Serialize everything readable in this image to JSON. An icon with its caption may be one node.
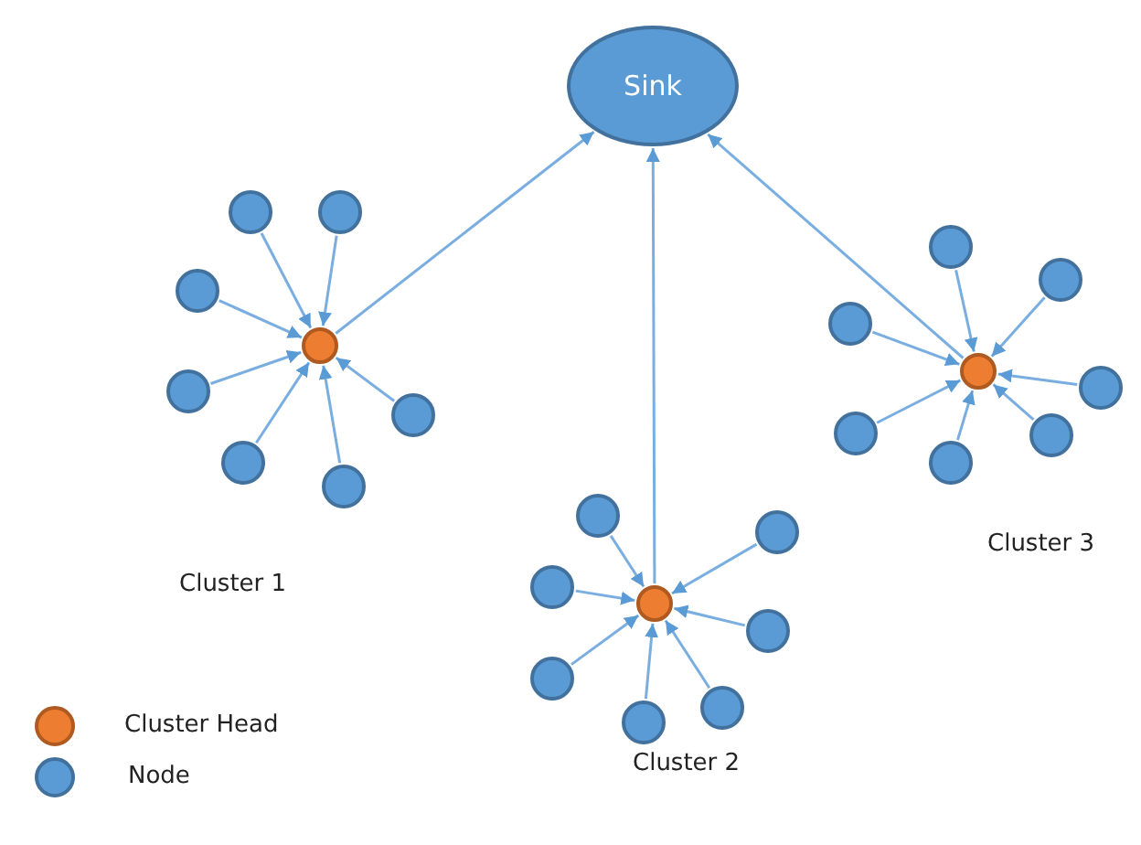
{
  "diagram": {
    "nodes": [
      {
        "text": [
          "Sink"
        ]
      },
      {
        "text": [],
        "shape": "circle"
      },
      {
        "text": [],
        "shape": "circle"
      },
      {
        "text": [],
        "shape": "circle"
      },
      {
        "text": [],
        "shape": "circle"
      },
      {
        "text": [],
        "shape": "circle"
      },
      {
        "text": [],
        "shape": "circle"
      },
      {
        "text": [],
        "shape": "circle"
      },
      {
        "text": [],
        "shape": "circle"
      },
      {
        "text": [],
        "shape": "circle"
      },
      {
        "text": [],
        "shape": "circle"
      },
      {
        "text": [],
        "shape": "circle"
      },
      {
        "text": [],
        "shape": "circle"
      },
      {
        "text": [],
        "shape": "circle"
      },
      {
        "text": [],
        "shape": "circle"
      },
      {
        "text": [],
        "shape": "circle"
      },
      {
        "text": [],
        "shape": "circle"
      },
      {
        "text": [],
        "shape": "circle"
      },
      {
        "text": [],
        "shape": "circle"
      },
      {
        "text": [],
        "shape": "circle"
      },
      {
        "text": [],
        "shape": "circle"
      },
      {
        "text": [],
        "shape": "circle"
      },
      {
        "text": [],
        "shape": "circle"
      },
      {
        "text": [],
        "shape": "circle"
      },
      {
        "text": [],
        "shape": "circle"
      }
    ],
    "edges": [
      {
        "from": 1,
        "to": 0,
        "arrow": "to"
      },
      {
        "from": 9,
        "to": 0,
        "arrow": "to"
      },
      {
        "from": 17,
        "to": 0,
        "arrow": "to"
      },
      {
        "from": 2,
        "to": 1,
        "arrow": "to"
      },
      {
        "from": 3,
        "to": 1,
        "arrow": "to"
      },
      {
        "from": 4,
        "to": 1,
        "arrow": "to"
      },
      {
        "from": 5,
        "to": 1,
        "arrow": "to"
      },
      {
        "from": 6,
        "to": 1,
        "arrow": "to"
      },
      {
        "from": 7,
        "to": 1,
        "arrow": "to"
      },
      {
        "from": 8,
        "to": 1,
        "arrow": "to"
      },
      {
        "from": 10,
        "to": 9,
        "arrow": "to"
      },
      {
        "from": 11,
        "to": 9,
        "arrow": "to"
      },
      {
        "from": 12,
        "to": 9,
        "arrow": "to"
      },
      {
        "from": 13,
        "to": 9,
        "arrow": "to"
      },
      {
        "from": 14,
        "to": 9,
        "arrow": "to"
      },
      {
        "from": 15,
        "to": 9,
        "arrow": "to"
      },
      {
        "from": 16,
        "to": 9,
        "arrow": "to"
      },
      {
        "from": 18,
        "to": 17,
        "arrow": "to"
      },
      {
        "from": 19,
        "to": 17,
        "arrow": "to"
      },
      {
        "from": 20,
        "to": 17,
        "arrow": "to"
      },
      {
        "from": 21,
        "to": 17,
        "arrow": "to"
      },
      {
        "from": 22,
        "to": 17,
        "arrow": "to"
      },
      {
        "from": 23,
        "to": 17,
        "arrow": "to"
      },
      {
        "from": 24,
        "to": 17,
        "arrow": "to"
      }
    ],
    "labels": [
      "Cluster 1",
      "Cluster 3",
      "Cluster 2"
    ],
    "legend": [
      {
        "text": "Cluster Head",
        "color": "#ed7d31"
      },
      {
        "text": "Node",
        "color": "#5b9bd5"
      }
    ]
  }
}
